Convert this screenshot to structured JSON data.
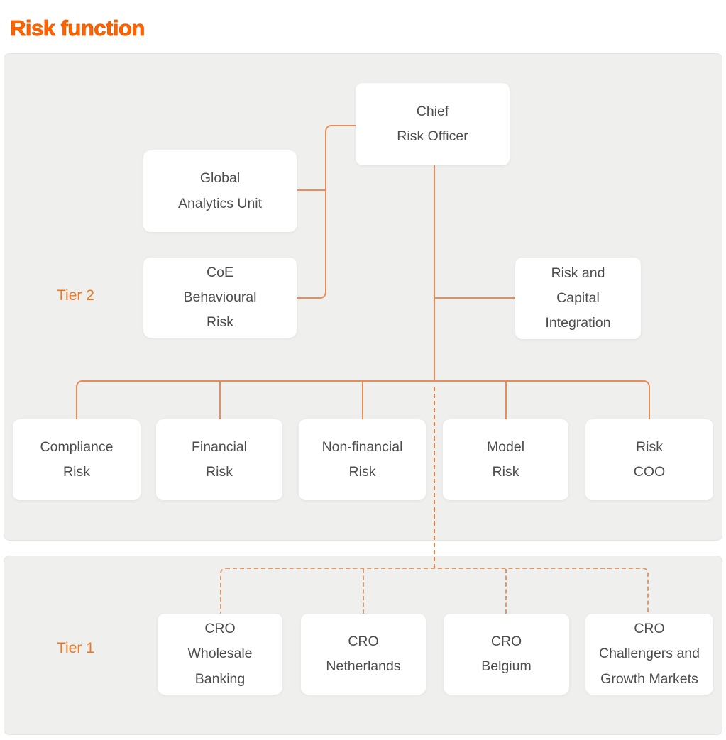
{
  "page": {
    "title": "Risk function"
  },
  "diagram": {
    "tier2_label": "Tier 2",
    "tier1_label": "Tier 1",
    "nodes": {
      "chief_risk_officer": "Chief\nRisk Officer",
      "global_analytics_unit": "Global\nAnalytics Unit",
      "coe_behavioural_risk": "CoE\nBehavioural\nRisk",
      "risk_and_capital_integration": "Risk and\nCapital\nIntegration",
      "compliance_risk": "Compliance\nRisk",
      "financial_risk": "Financial\nRisk",
      "non_financial_risk": "Non-financial\nRisk",
      "model_risk": "Model\nRisk",
      "risk_coo": "Risk\nCOO",
      "cro_wholesale_banking": "CRO\nWholesale\nBanking",
      "cro_netherlands": "CRO\nNetherlands",
      "cro_belgium": "CRO\nBelgium",
      "cro_challengers_growth_markets": "CRO\nChallengers and\nGrowth Markets"
    },
    "colors": {
      "accent_title": "#ff6200",
      "tier_label": "#ed7621",
      "connector_solid": "#e98c58",
      "connector_dashed": "#e8813f",
      "connector_dashed_tier1": "#dc9c72",
      "panel_background": "#efefee",
      "node_background": "#ffffff",
      "node_text": "#4d4d4d"
    }
  }
}
